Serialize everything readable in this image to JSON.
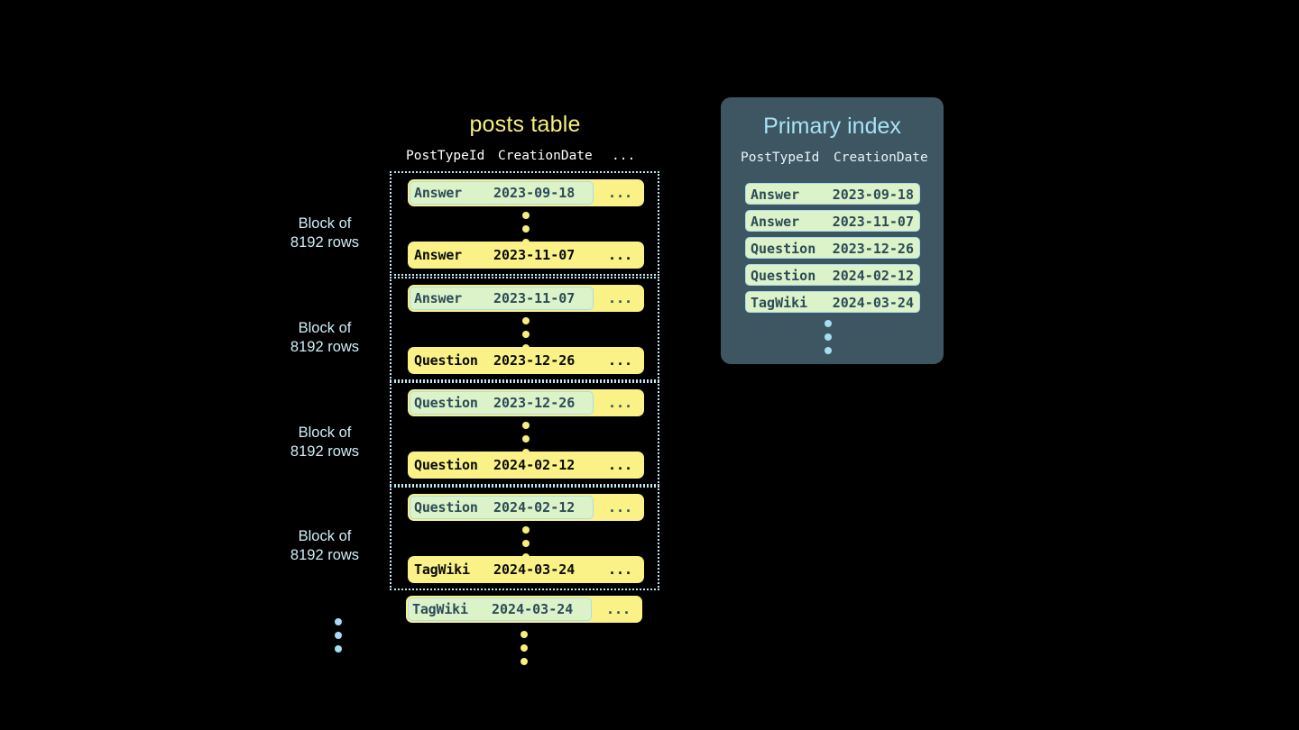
{
  "canvas": {
    "background": "#000000",
    "accent_yellow": "#f6f07a",
    "accent_blue": "#a9e2f5",
    "row_yellow": "#faf287",
    "highlight_green": "#dcf2c9",
    "panel_slate": "#3d5662"
  },
  "posts_table": {
    "title": "posts table",
    "columns": {
      "type": "PostTypeId",
      "date": "CreationDate",
      "more": "..."
    },
    "blocks": [
      {
        "label_line1": "Block of",
        "label_line2": "8192 rows",
        "first_row": {
          "type": "Answer",
          "date": "2023-09-18",
          "more": "...",
          "marked": true
        },
        "last_row": {
          "type": "Answer",
          "date": "2023-11-07",
          "more": "...",
          "marked": false
        }
      },
      {
        "label_line1": "Block of",
        "label_line2": "8192 rows",
        "first_row": {
          "type": "Answer",
          "date": "2023-11-07",
          "more": "...",
          "marked": true
        },
        "last_row": {
          "type": "Question",
          "date": "2023-12-26",
          "more": "...",
          "marked": false
        }
      },
      {
        "label_line1": "Block of",
        "label_line2": "8192 rows",
        "first_row": {
          "type": "Question",
          "date": "2023-12-26",
          "more": "...",
          "marked": true
        },
        "last_row": {
          "type": "Question",
          "date": "2024-02-12",
          "more": "...",
          "marked": false
        }
      },
      {
        "label_line1": "Block of",
        "label_line2": "8192 rows",
        "first_row": {
          "type": "Question",
          "date": "2024-02-12",
          "more": "...",
          "marked": true
        },
        "last_row": {
          "type": "TagWiki",
          "date": "2024-03-24",
          "more": "...",
          "marked": false
        }
      }
    ],
    "trailing_row": {
      "type": "TagWiki",
      "date": "2024-03-24",
      "more": "...",
      "marked": true
    }
  },
  "primary_index": {
    "title": "Primary index",
    "columns": {
      "type": "PostTypeId",
      "date": "CreationDate"
    },
    "entries": [
      {
        "type": "Answer",
        "date": "2023-09-18"
      },
      {
        "type": "Answer",
        "date": "2023-11-07"
      },
      {
        "type": "Question",
        "date": "2023-12-26"
      },
      {
        "type": "Question",
        "date": "2024-02-12"
      },
      {
        "type": "TagWiki",
        "date": "2024-03-24"
      }
    ]
  }
}
